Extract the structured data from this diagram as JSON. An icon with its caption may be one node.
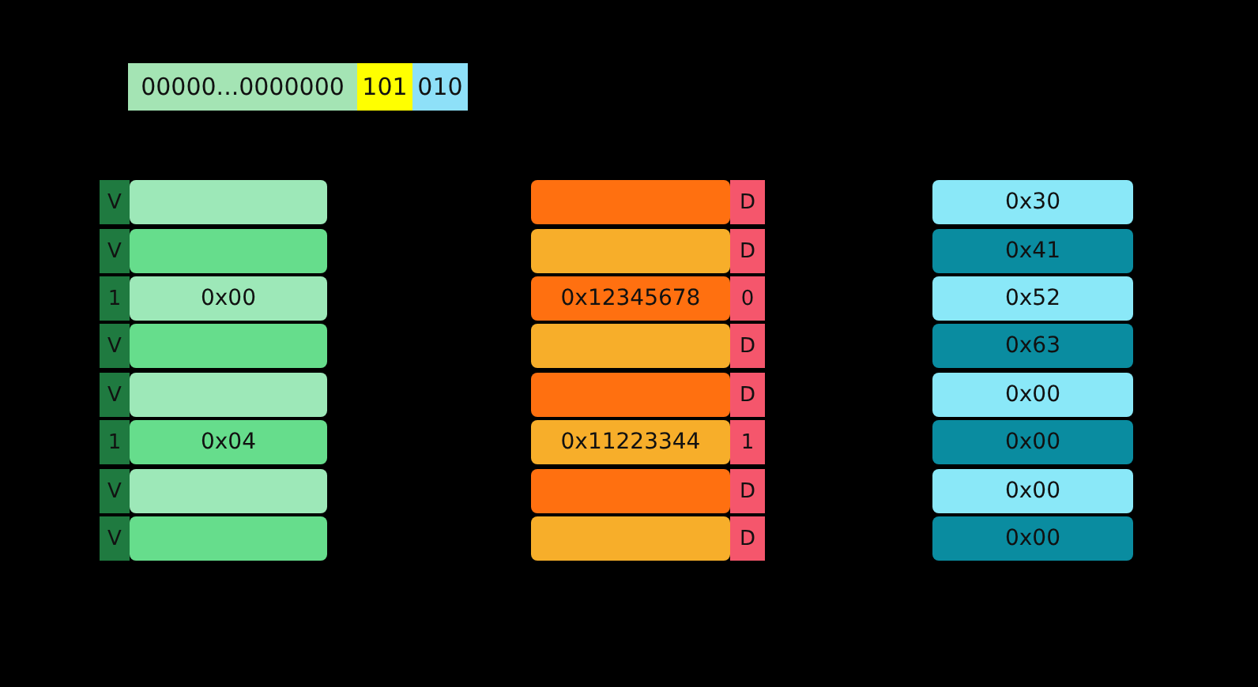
{
  "diagram": {
    "nodes": [
      {
        "text": [],
        "shape": "bar"
      },
      {
        "text": [],
        "shape": "bar"
      },
      {
        "text": [
          "0x00"
        ]
      },
      {
        "text": [],
        "shape": "bar"
      },
      {
        "text": [],
        "shape": "bar"
      },
      {
        "text": [
          "0x04"
        ]
      },
      {
        "text": [],
        "shape": "bar"
      },
      {
        "text": [],
        "shape": "bar"
      },
      {
        "text": [],
        "shape": "bar"
      },
      {
        "text": [],
        "shape": "bar"
      },
      {
        "text": [
          "0x12345678"
        ]
      },
      {
        "text": [],
        "shape": "bar"
      },
      {
        "text": [],
        "shape": "bar"
      },
      {
        "text": [
          "0x11223344"
        ]
      },
      {
        "text": [],
        "shape": "bar"
      },
      {
        "text": [],
        "shape": "bar"
      },
      {
        "text": [
          "0x30"
        ]
      },
      {
        "text": [
          "0x41"
        ]
      },
      {
        "text": [
          "0x52"
        ]
      },
      {
        "text": [
          "0x63"
        ]
      },
      {
        "text": [
          "0x00"
        ]
      },
      {
        "text": [
          "0x00"
        ]
      },
      {
        "text": [
          "0x00"
        ]
      },
      {
        "text": [
          "0x00"
        ]
      }
    ],
    "labels": [
      "00000...0000000",
      "101",
      "010",
      "V",
      "V",
      "1",
      "V",
      "V",
      "1",
      "V",
      "V",
      "D",
      "D",
      "0",
      "D",
      "D",
      "1",
      "D",
      "D"
    ]
  }
}
